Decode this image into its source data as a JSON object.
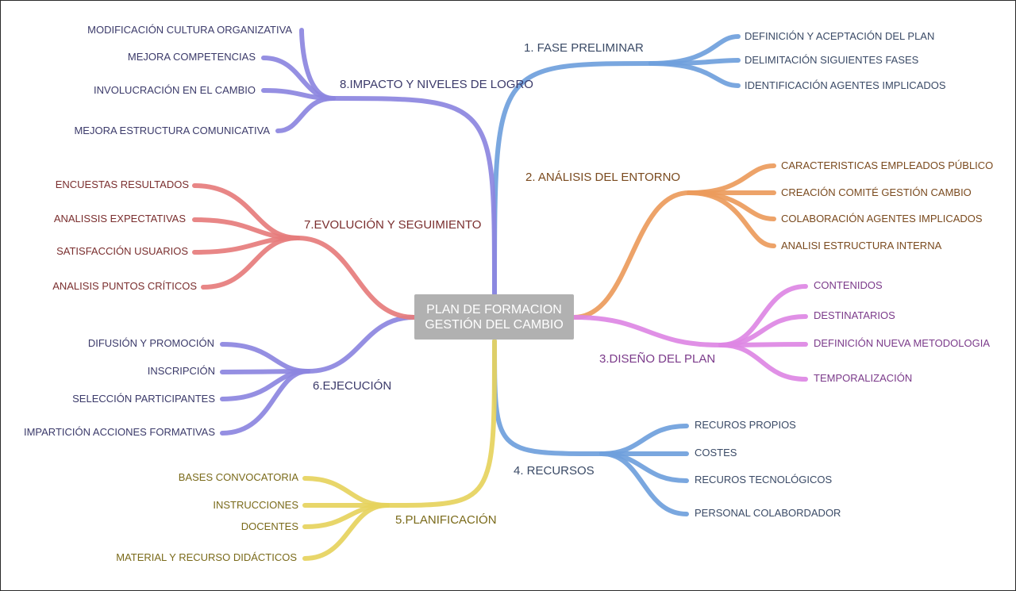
{
  "center": {
    "line1": "PLAN DE FORMACION",
    "line2": "GESTIÓN DEL CAMBIO"
  },
  "branches": [
    {
      "id": "b1",
      "label": "1.  FASE PRELIMINAR",
      "color": "#6f9fdc",
      "text_color": "#3a4a66",
      "side": "right",
      "children": [
        "DEFINICIÓN Y ACEPTACIÓN DEL PLAN",
        "DELIMITACIÓN SIGUIENTES FASES",
        "IDENTIFICACIÓN AGENTES IMPLICADOS"
      ]
    },
    {
      "id": "b2",
      "label": "2.  ANÁLISIS DEL ENTORNO",
      "color": "#eb9b5c",
      "text_color": "#7a4a1e",
      "side": "right",
      "children": [
        "CARACTERISTICAS EMPLEADOS PÚBLICO",
        "CREACIÓN COMITÉ GESTIÓN CAMBIO",
        "COLABORACIÓN AGENTES IMPLICADOS",
        "ANALISI ESTRUCTURA INTERNA"
      ]
    },
    {
      "id": "b3",
      "label": "3.DISEÑO DEL PLAN",
      "color": "#dd87e4",
      "text_color": "#7b3a8a",
      "side": "right",
      "children": [
        "CONTENIDOS",
        "DESTINATARIOS",
        "DEFINICIÓN NUEVA METODOLOGIA",
        "TEMPORALIZACIÓN"
      ]
    },
    {
      "id": "b4",
      "label": "4.  RECURSOS",
      "color": "#6f9fdc",
      "text_color": "#3a4a66",
      "side": "right",
      "children": [
        "RECUROS PROPIOS",
        "COSTES",
        "RECUROS TECNOLÓGICOS",
        "PERSONAL COLABORDADOR"
      ]
    },
    {
      "id": "b5",
      "label": "5.PLANIFICACIÓN",
      "color": "#e6d35d",
      "text_color": "#7a6a1a",
      "side": "left",
      "children": [
        "BASES CONVOCATORIA",
        "INSTRUCCIONES",
        "DOCENTES",
        "MATERIAL Y RECURSO DIDÁCTICOS"
      ]
    },
    {
      "id": "b6",
      "label": "6.EJECUCIÓN",
      "color": "#8c86e0",
      "text_color": "#3b3a6a",
      "side": "left",
      "children": [
        "DIFUSIÓN Y PROMOCIÓN",
        "INSCRIPCIÓN",
        "SELECCIÓN PARTICIPANTES",
        "IMPARTICIÓN ACCIONES FORMATIVAS"
      ]
    },
    {
      "id": "b7",
      "label": "7.EVOLUCIÓN Y SEGUIMIENTO",
      "color": "#e67c7c",
      "text_color": "#7a2e2e",
      "side": "left",
      "children": [
        "ENCUESTAS RESULTADOS",
        "ANALISSIS EXPECTATIVAS",
        "SATISFACCIÓN USUARIOS",
        "ANALISIS PUNTOS CRÍTICOS"
      ]
    },
    {
      "id": "b8",
      "label": "8.IMPACTO Y NIVELES DE LOGRO",
      "color": "#8c86e0",
      "text_color": "#3b3a6a",
      "side": "left",
      "children": [
        "MODIFICACIÓN CULTURA ORGANIZATIVA",
        "MEJORA COMPETENCIAS",
        "INVOLUCRACIÓN EN EL CAMBIO",
        "MEJORA ESTRUCTURA COMUNICATIVA"
      ]
    }
  ]
}
